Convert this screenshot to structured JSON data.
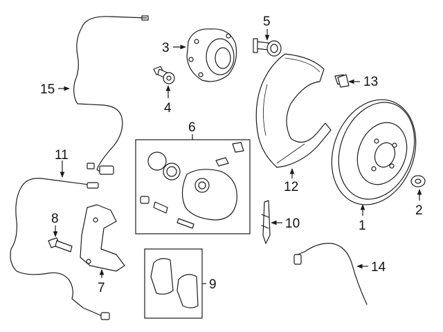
{
  "callouts": {
    "n1": "1",
    "n2": "2",
    "n3": "3",
    "n4": "4",
    "n5": "5",
    "n6": "6",
    "n7": "7",
    "n8": "8",
    "n9": "9",
    "n10": "10",
    "n11": "11",
    "n12": "12",
    "n13": "13",
    "n14": "14",
    "n15": "15"
  },
  "colors": {
    "line": "#1a1a1a",
    "background": "#ffffff"
  }
}
